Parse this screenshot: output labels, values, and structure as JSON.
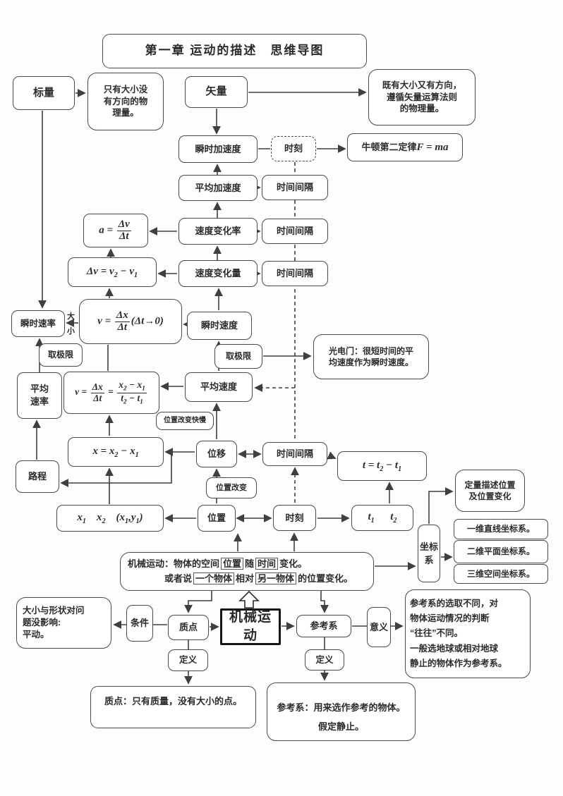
{
  "page": {
    "background": "#fdfdfd",
    "line_color": "#3f3f3f",
    "border_color": "#4a4a4a"
  },
  "title": "第一章 运动的描述　思维导图",
  "nodes": {
    "scalar": "标量",
    "scalar_desc": "只有大小没\n有方向的物\n理量。",
    "vector": "矢量",
    "vector_desc": "既有大小又有方向，\n遵循矢量运算法则\n的物理量。",
    "inst_accel": "瞬时加速度",
    "moment": "时刻",
    "newton_label": "牛顿第二定律",
    "avg_accel": "平均加速度",
    "interval": "时间间隔",
    "vel_change_rate": "速度变化率",
    "vel_change": "速度变化量",
    "inst_speed": "瞬时速率",
    "magnitude_top": "大",
    "magnitude_bottom": "小",
    "inst_velocity": "瞬时速度",
    "take_limit": "取极限",
    "photogate_note": "光电门：很短时间的平\n均速度作为瞬时速度。",
    "avg_speed": "平均\n速率",
    "avg_velocity": "平均速度",
    "pos_change_speed": "位置改变快慢",
    "displacement": "位移",
    "distance": "路程",
    "pos_change": "位置改变",
    "position": "位置",
    "coord_quant": "定量描述位置\n及位置变化",
    "coord_sys": "坐标系",
    "coord_1d": "一维直线坐标系。",
    "coord_2d": "二维平面坐标系。",
    "coord_3d": "三维空间坐标系。",
    "size_shape_note": "大小与形状对问\n题没影响:\n平动。",
    "condition": "条件",
    "particle": "质点",
    "mech_motion": "机械运动",
    "ref_frame": "参考系",
    "meaning": "意义",
    "ref_note": "参考系的选取不同，对\n物体运动情况的判断\n“往往”不同。\n一般选地球或相对地球\n静止的物体作为参考系。",
    "definition": "定义",
    "particle_def": "质点：只有质量，没有大小的点。",
    "ref_def_line1": "参考系：用来选作参考的物体。",
    "ref_def_line2": "假定静止。"
  },
  "mech_desc": {
    "prefix1": "机械运动：物体的空间",
    "boxed1": "位置",
    "mid1": "随",
    "boxed2": "时间",
    "suffix1": "变化。",
    "prefix2": "或者说",
    "boxed3": "一个物体",
    "mid2": "相对",
    "boxed4": "另一物体",
    "suffix2": "的位置变化。"
  },
  "formulas": {
    "newton": "F = ma",
    "a": "a = {Δv/Δt}",
    "dv": "Δv = v_2 − v_1",
    "v_inst": "v = {Δx/Δt}(Δt→0)",
    "v_avg": "v = {Δx/Δt} = {x_2 − x_1/t_2 − t_1}",
    "x": "x = x_2 − x_1",
    "t": "t = t_2 − t_1",
    "x_vals": "x_1    x_2    (x_1,y_1)",
    "t_vals": "t_1      t_2"
  }
}
